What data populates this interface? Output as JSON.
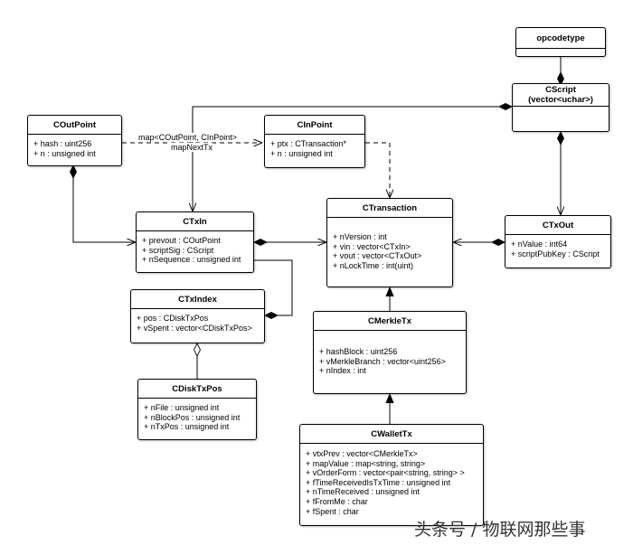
{
  "classes": {
    "opcodetype": {
      "title": "opcodetype",
      "attrs": []
    },
    "cscript": {
      "title": "CScript",
      "subtitle": "(vector<uchar>)",
      "attrs": []
    },
    "coutpoint": {
      "title": "COutPoint",
      "attrs": [
        "+ hash : uint256",
        "+ n : unsigned int"
      ]
    },
    "cinpoint": {
      "title": "CInPoint",
      "attrs": [
        "+ ptx : CTransaction*",
        "+ n : unsigned int"
      ]
    },
    "ctransaction": {
      "title": "CTransaction",
      "attrs": [
        "+ nVersion : int",
        "+ vin : vector<CTxIn>",
        "+ vout : vector<CTxOut>",
        "+ nLockTime : int(uint)"
      ]
    },
    "ctxin": {
      "title": "CTxIn",
      "attrs": [
        "+ prevout : COutPoint",
        "+ scriptSig : CScript",
        "+ nSequence : unsigned int"
      ]
    },
    "ctxout": {
      "title": "CTxOut",
      "attrs": [
        "+ nValue : int64",
        "+ scriptPubKey : CScript"
      ]
    },
    "ctxindex": {
      "title": "CTxIndex",
      "attrs": [
        "+ pos : CDiskTxPos",
        "+ vSpent : vector<CDiskTxPos>"
      ]
    },
    "cmerkletx": {
      "title": "CMerkleTx",
      "attrs": [
        "+ hashBlock : uint256",
        "+ vMerkleBranch : vector<uint256>",
        "+ nIndex : int"
      ]
    },
    "cdisktxpos": {
      "title": "CDiskTxPos",
      "attrs": [
        "+ nFile : unsigned int",
        "+ nBlockPos : unsigned int",
        "+ nTxPos : unsigned int"
      ]
    },
    "cwallettx": {
      "title": "CWalletTx",
      "attrs": [
        "+ vtxPrev : vector<CMerkleTx>",
        "+ mapValue : map<string, string>",
        "+ vOrderForm : vector<pair<string, string> >",
        "+ fTimeReceivedIsTxTime : unsigned int",
        "+ nTimeReceived : unsigned int",
        "+ fFromMe : char",
        "+ fSpent : char"
      ]
    }
  },
  "labels": {
    "map_line1": "map<COutPoint, CInPoint>",
    "map_line2": "mapNextTx"
  },
  "watermark": "头条号 / 物联网那些事"
}
